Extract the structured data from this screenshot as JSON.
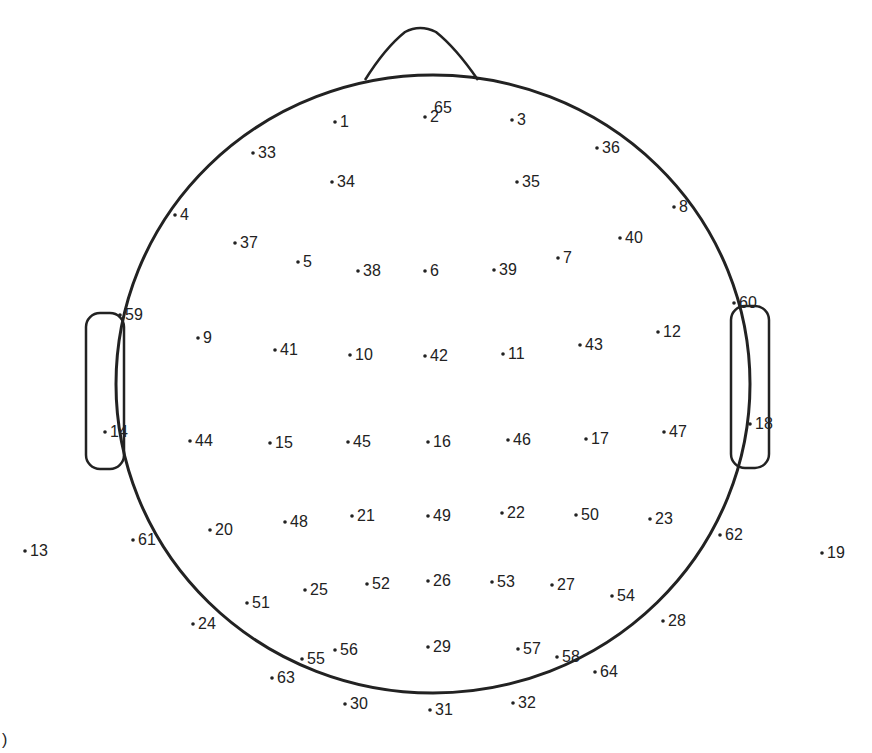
{
  "diagram": {
    "labels": [
      "65",
      "1",
      "2",
      "3",
      "36",
      "33",
      "34",
      "35",
      "4",
      "8",
      "40",
      "37",
      "7",
      "5",
      "38",
      "6",
      "39",
      "59",
      "60",
      "12",
      "9",
      "43",
      "41",
      "10",
      "42",
      "11",
      "14",
      "18",
      "44",
      "15",
      "45",
      "16",
      "46",
      "17",
      "47",
      "13",
      "19",
      "61",
      "20",
      "48",
      "21",
      "49",
      "22",
      "50",
      "23",
      "62",
      "25",
      "52",
      "26",
      "53",
      "27",
      "54",
      "51",
      "28",
      "24",
      "56",
      "29",
      "57",
      "58",
      "64",
      "55",
      "63",
      "30",
      "31",
      "32",
      ")"
    ]
  }
}
